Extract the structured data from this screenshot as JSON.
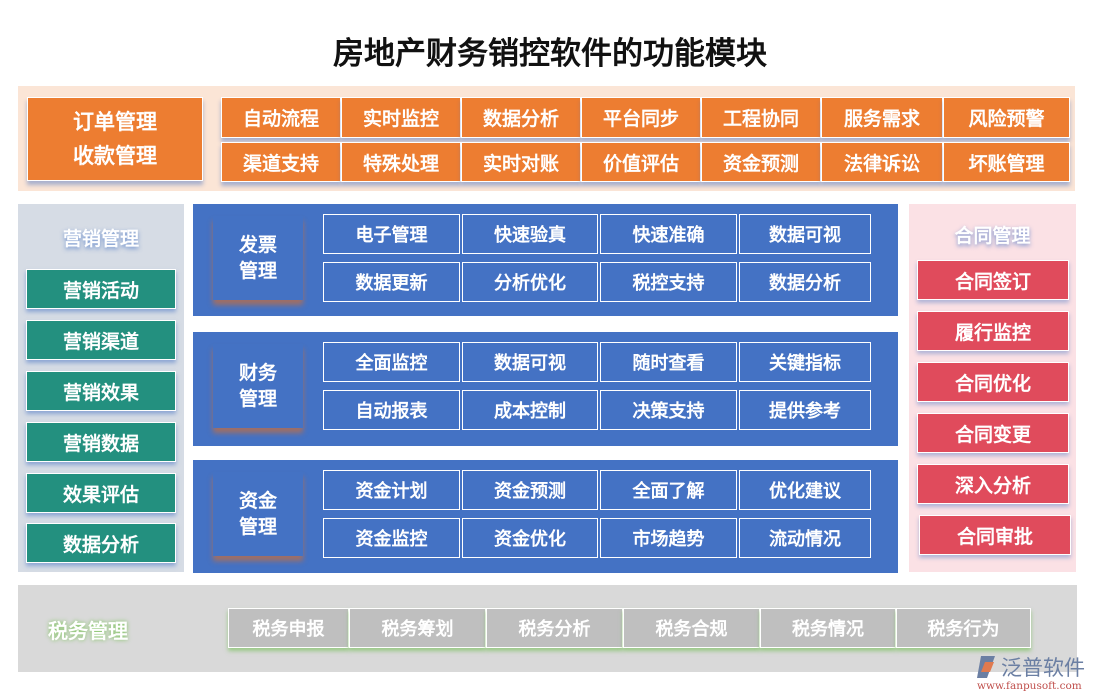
{
  "title": "房地产财务销控软件的功能模块",
  "top": {
    "main": [
      "订单管理",
      "收款管理"
    ],
    "rows": [
      [
        "自动流程",
        "实时监控",
        "数据分析",
        "平台同步",
        "工程协同",
        "服务需求",
        "风险预警"
      ],
      [
        "渠道支持",
        "特殊处理",
        "实时对账",
        "价值评估",
        "资金预测",
        "法律诉讼",
        "坏账管理"
      ]
    ]
  },
  "marketing": {
    "title": "营销管理",
    "items": [
      "营销活动",
      "营销渠道",
      "营销效果",
      "营销数据",
      "效果评估",
      "数据分析"
    ]
  },
  "blocks": [
    {
      "label": "发票\n管理",
      "items": [
        "电子管理",
        "快速验真",
        "快速准确",
        "数据可视",
        "数据更新",
        "分析优化",
        "税控支持",
        "数据分析"
      ]
    },
    {
      "label": "财务\n管理",
      "items": [
        "全面监控",
        "数据可视",
        "随时查看",
        "关键指标",
        "自动报表",
        "成本控制",
        "决策支持",
        "提供参考"
      ]
    },
    {
      "label": "资金\n管理",
      "items": [
        "资金计划",
        "资金预测",
        "全面了解",
        "优化建议",
        "资金监控",
        "资金优化",
        "市场趋势",
        "流动情况"
      ]
    }
  ],
  "contract": {
    "title": "合同管理",
    "items": [
      "合同签订",
      "履行监控",
      "合同优化",
      "合同变更",
      "深入分析",
      "合同审批"
    ]
  },
  "tax": {
    "title": "税务管理",
    "items": [
      "税务申报",
      "税务筹划",
      "税务分析",
      "税务合规",
      "税务情况",
      "税务行为"
    ]
  },
  "logo": {
    "name": "泛普软件",
    "url": "www.fanpusoft.com"
  },
  "colors": {
    "orange": "#ed7d31",
    "blue": "#4472c4",
    "teal": "#23907f",
    "red": "#e04b5c",
    "gray": "#bfbfbf"
  }
}
